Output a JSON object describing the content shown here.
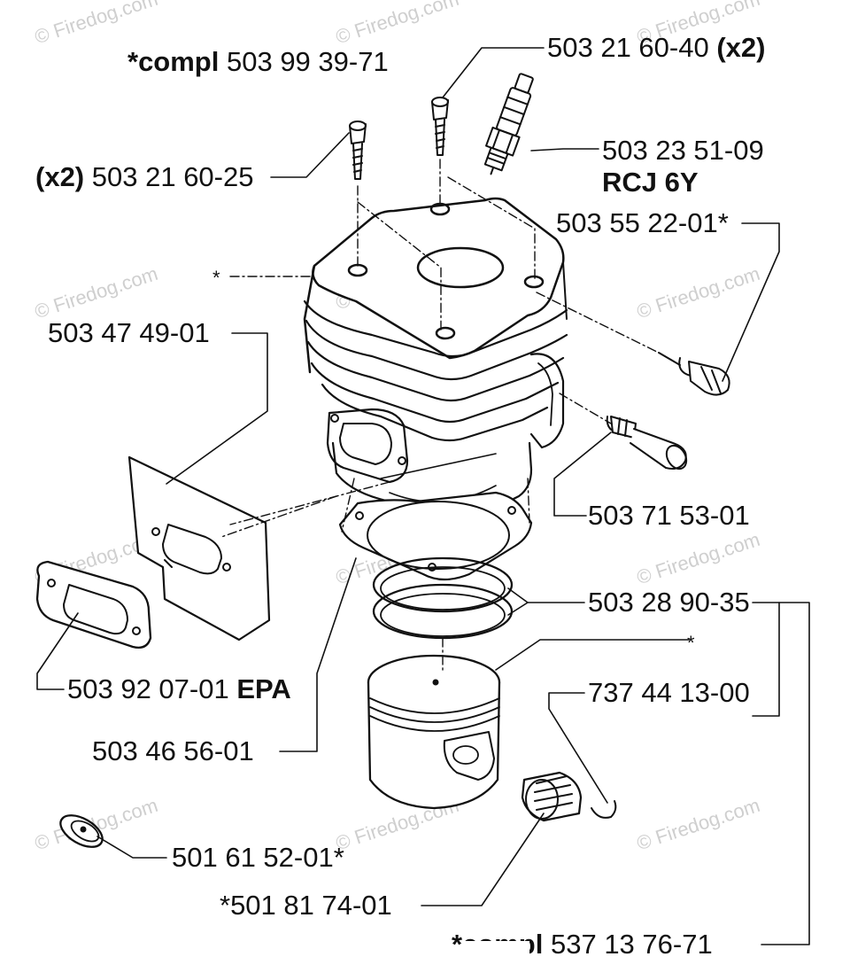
{
  "watermark": "© Firedog.com",
  "labels": {
    "compl_cylinder": {
      "prefix": "*compl",
      "num": "503 99 39-71"
    },
    "screw_x2_top": {
      "num": "503 21 60-40",
      "suffix": "(x2)"
    },
    "spark_plug": {
      "num": "503 23 51-09",
      "type": "RCJ 6Y"
    },
    "screw_x2_left": {
      "prefix": "(x2)",
      "num": "503 21 60-25"
    },
    "plug_503552201": {
      "num": "503 55 22-01*"
    },
    "star_left": "*",
    "gasket_503474901": {
      "num": "503 47 49-01"
    },
    "valve_503715301": {
      "num": "503 71 53-01"
    },
    "ring_set": {
      "num": "503 28 90-35"
    },
    "piston_star": "*",
    "pin_737441300": {
      "num": "737 44 13-00"
    },
    "muffler_gasket": {
      "num": "503 92 07-01",
      "suffix": "EPA"
    },
    "base_gasket": {
      "num": "503 46 56-01"
    },
    "plug_501615201": {
      "num": "501 61 52-01*"
    },
    "bearing_501817401": {
      "num": "*501 81 74-01"
    },
    "compl_kit": {
      "prefix": "*compl",
      "num": "537 13 76-71"
    }
  }
}
